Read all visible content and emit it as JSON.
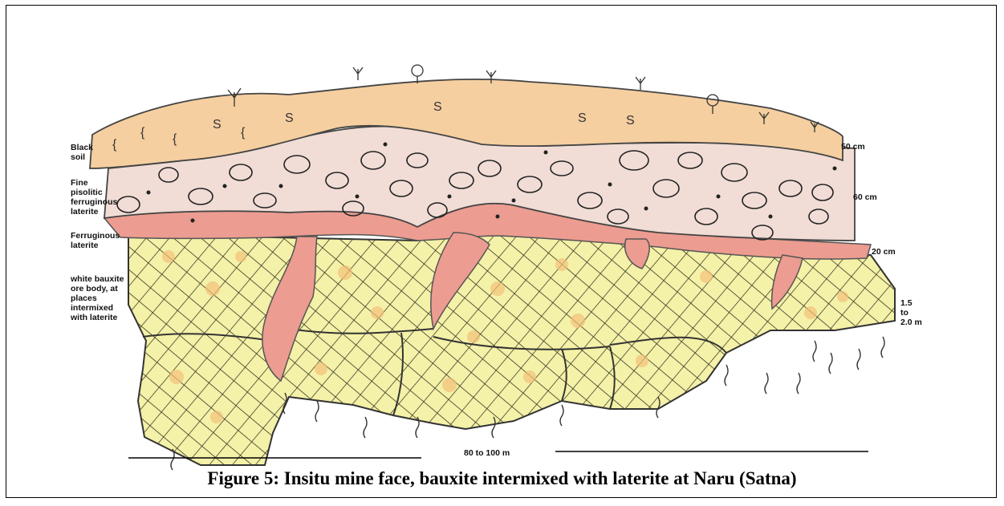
{
  "labels": {
    "black_soil": "Black\nsoil",
    "fine_pisolitic": "Fine\npisolitic\nferruginous\nlaterite",
    "ferruginous_laterite": "Ferruginous\nlaterite",
    "white_bauxite": "white bauxite\nore body, at\nplaces\nintermixed\nwith laterite",
    "thickness_black_soil": "50 cm",
    "thickness_pisolitic": "60 cm",
    "thickness_ferruginous": "20 cm",
    "thickness_bauxite": "1.5\nto\n2.0 m",
    "scale": "80 to 100 m"
  },
  "caption": "Figure 5: Insitu mine face, bauxite intermixed with laterite at Naru (Satna)",
  "colors": {
    "black_soil": "#f5cfa0",
    "pisolitic_laterite": "#f1dcd6",
    "ferruginous_laterite": "#ec9c90",
    "bauxite": "#f4f1a8",
    "bauxite_spots": "#f2c07a",
    "outline": "#333333"
  }
}
